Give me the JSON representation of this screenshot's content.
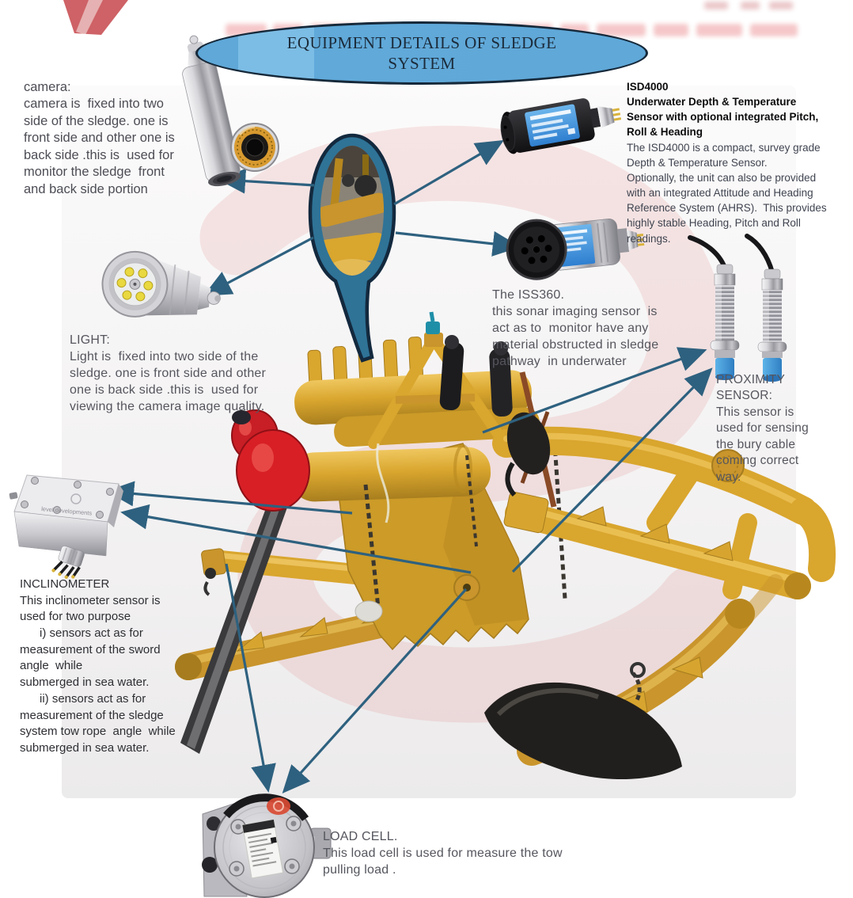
{
  "title": {
    "line1": "EQUIPMENT DETAILS  OF SLEDGE",
    "line2": "SYSTEM"
  },
  "annotations": {
    "camera": {
      "heading": "camera:",
      "body": "camera is  fixed into two\nside of the sledge. one is\nfront side and other one is\nback side .this is  used for\nmonitor the sledge  front\nand back side portion"
    },
    "isd4000": {
      "heading": "ISD4000",
      "subheading": "Underwater Depth & Temperature\nSensor with optional integrated Pitch,\nRoll & Heading",
      "body": "The ISD4000 is a compact, survey grade\nDepth & Temperature Sensor.\nOptionally, the unit can also be provided\nwith an integrated Attitude and Heading\nReference System (AHRS).  This provides\nhighly stable Heading, Pitch and Roll\nreadings."
    },
    "light": {
      "heading": "LIGHT:",
      "body": "Light is  fixed into two side of the\nsledge. one is front side and other\none is back side .this is  used for\nviewing the camera image quality."
    },
    "iss360": {
      "heading": "The ISS360.",
      "body": "this sonar imaging sensor  is\nact as to  monitor have any\nmaterial obstructed in sledge\npathway  in underwater"
    },
    "proximity": {
      "heading": "PROXIMITY\nSENSOR:",
      "body": "This sensor is\nused for sensing\nthe bury cable\ncoming correct\nway."
    },
    "inclinometer": {
      "heading": "INCLINOMETER",
      "body": "This inclinometer sensor is\nused for two purpose\n      i) sensors act as for\nmeasurement of the sword\nangle  while\nsubmerged in sea water.\n      ii) sensors act as for\nmeasurement of the sledge\nsystem tow rope  angle  while\nsubmerged in sea water."
    },
    "load_cell": {
      "heading": "LOAD CELL.",
      "body": "This load cell is used for measure the tow\npulling load ."
    }
  },
  "device_labels": {
    "inclinometer_brand": "level developments"
  },
  "colors": {
    "arrow": "#2E617F",
    "callout_fill": "#2F7397",
    "callout_border": "#13293E",
    "title_fill": "#5FA8D8",
    "title_border": "#16293A",
    "machine_yellow": "#D9A62E",
    "buoy_red": "#D81F26",
    "sensor_label_blue": "#3E8FD8",
    "proximity_tip_blue": "#3B8FD4",
    "watermark_red": "#D24A4E"
  }
}
